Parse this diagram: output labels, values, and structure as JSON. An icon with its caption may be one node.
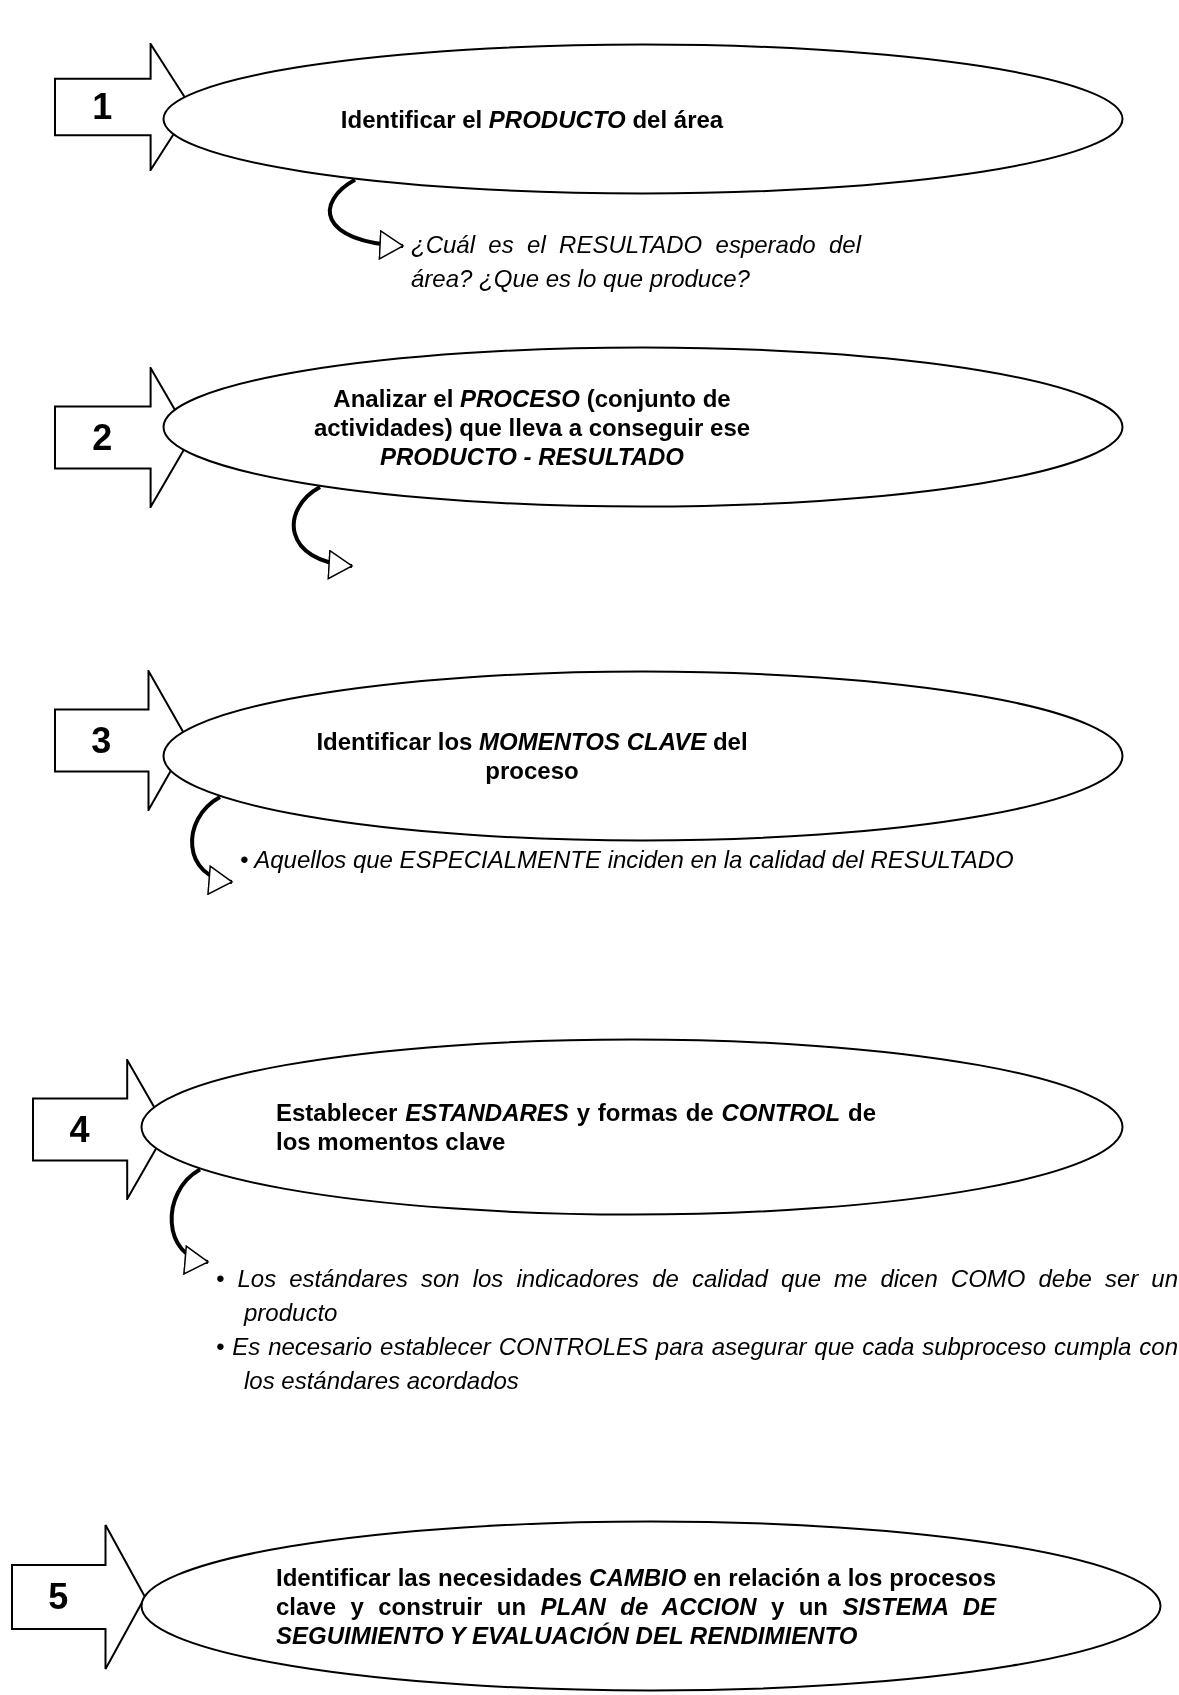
{
  "diagram": {
    "nodes": [
      {
        "text": [
          "1"
        ]
      },
      {
        "text": [
          "Identificar el *PRODUCTO* del área"
        ]
      },
      {
        "text": [
          "¿Cuál es el RESULTADO esperado del área? ¿Que es lo que produce?"
        ]
      },
      {
        "text": [
          "2"
        ]
      },
      {
        "text": [
          "Analizar el *PROCESO* (conjunto de actividades) que lleva a conseguir ese *PRODUCTO - RESULTADO*"
        ]
      },
      {
        "text": [
          "3"
        ]
      },
      {
        "text": [
          "Identificar los *MOMENTOS CLAVE* del proceso"
        ]
      },
      {
        "text": [
          "• Aquellos que ESPECIALMENTE inciden en la calidad del RESULTADO"
        ]
      },
      {
        "text": [
          "4"
        ]
      },
      {
        "text": [
          "Establecer *ESTANDARES* y formas de *CONTROL* de los momentos clave"
        ]
      },
      {
        "text": [
          "• Los estándares son los indicadores de calidad que me dicen COMO debe ser un producto",
          "• Es necesario establecer CONTROLES para asegurar que cada subproceso cumpla con los estándares acordados"
        ]
      },
      {
        "text": [
          "5"
        ]
      },
      {
        "text": [
          "Identificar las necesidades *CAMBIO* en relación a los procesos clave y construir un *PLAN de ACCION* y un *SISTEMA DE SEGUIMIENTO Y EVALUACIÓN DEL RENDIMIENTO*"
        ]
      }
    ],
    "edges": [
      {
        "from": 1,
        "to": 2,
        "arrow": "to"
      },
      {
        "from": 4,
        "to": null,
        "arrow": "to"
      },
      {
        "from": 6,
        "to": 7,
        "arrow": "to"
      },
      {
        "from": 9,
        "to": 10,
        "arrow": "to"
      }
    ]
  }
}
